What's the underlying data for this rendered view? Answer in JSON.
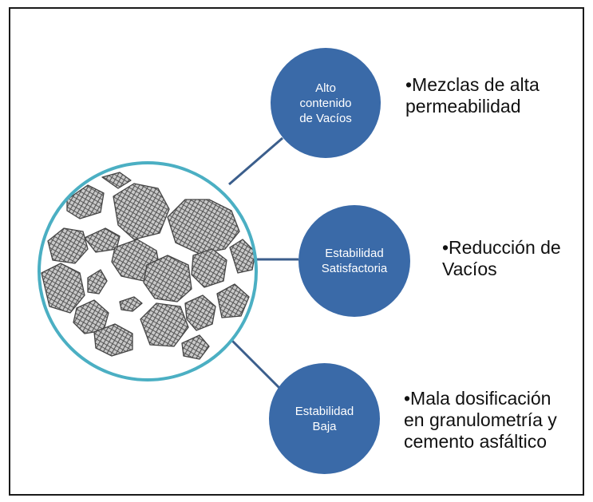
{
  "nodes": [
    {
      "label": "Alto\ncontenido\nde Vacíos",
      "bullet": "•Mezclas de alta\npermeabilidad"
    },
    {
      "label": "Estabilidad\nSatisfactoria",
      "bullet": "•Reducción de\nVacíos"
    },
    {
      "label": "Estabilidad\nBaja",
      "bullet": "•Mala dosificación\nen granulometría y\ncemento asfáltico"
    }
  ],
  "colors": {
    "node_fill": "#3a6aa8",
    "connector": "#3b5e8c",
    "ring": "#4bafc3",
    "aggregate_fill": "#bdbdbd",
    "aggregate_stroke": "#444444"
  },
  "icons": {
    "center": "aggregate-mixture-illustration"
  }
}
